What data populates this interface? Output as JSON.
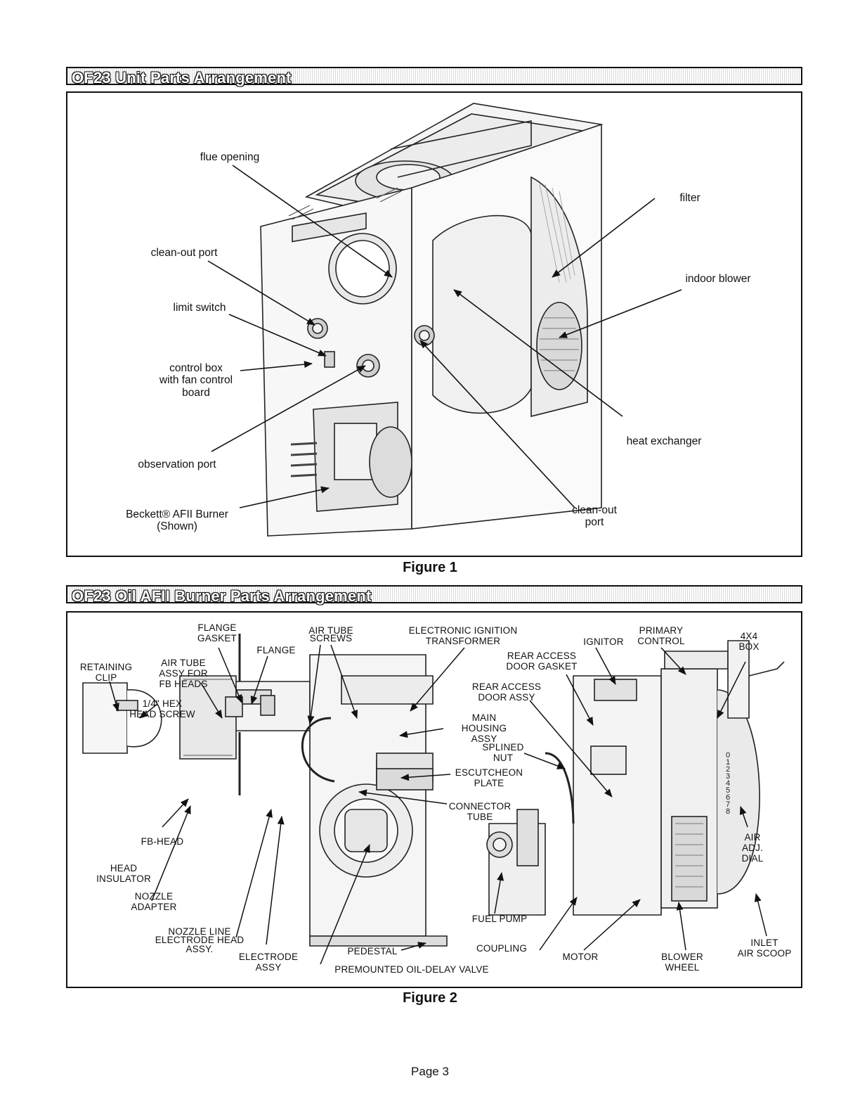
{
  "figure1": {
    "header": "OF23 Unit Parts Arrangement",
    "caption": "Figure 1",
    "labels": {
      "flue_opening": "flue opening",
      "clean_out_port_left": "clean-out port",
      "limit_switch": "limit switch",
      "control_box_1": "control box",
      "control_box_2": "with fan control",
      "control_box_3": "board",
      "observation_port": "observation port",
      "beckett_1": "Beckett® AFII Burner",
      "beckett_2": "(Shown)",
      "filter": "filter",
      "indoor_blower": "indoor blower",
      "heat_exchanger": "heat exchanger",
      "clean_out_right_1": "clean-out",
      "clean_out_right_2": "port"
    }
  },
  "figure2": {
    "header": "OF23 Oil AFII Burner Parts Arrangement",
    "caption": "Figure 2",
    "labels": {
      "flange_gasket_1": "FLANGE",
      "flange_gasket_2": "GASKET",
      "flange": "FLANGE",
      "air_tube_screws_1": "AIR TUBE",
      "air_tube_screws_2": "SCREWS",
      "ignition_1": "ELECTRONIC IGNITION",
      "ignition_2": "TRANSFORMER",
      "ignitor": "IGNITOR",
      "primary_1": "PRIMARY",
      "primary_2": "CONTROL",
      "box_1": "4X4",
      "box_2": "BOX",
      "retaining_1": "RETAINING",
      "retaining_2": "CLIP",
      "air_tube_assy_1": "AIR TUBE",
      "air_tube_assy_2": "ASSY FOR",
      "air_tube_assy_3": "FB HEADS",
      "hex_1": "1/4\" HEX",
      "hex_2": "HEAD SCREW",
      "rear_gasket_1": "REAR ACCESS",
      "rear_gasket_2": "DOOR GASKET",
      "rear_assy_1": "REAR ACCESS",
      "rear_assy_2": "DOOR ASSY",
      "main_housing_1": "MAIN",
      "main_housing_2": "HOUSING",
      "main_housing_3": "ASSY",
      "splined_1": "SPLINED",
      "splined_2": "NUT",
      "escutcheon_1": "ESCUTCHEON",
      "escutcheon_2": "PLATE",
      "connector_1": "CONNECTOR",
      "connector_2": "TUBE",
      "fb_head": "FB-HEAD",
      "head_ins_1": "HEAD",
      "head_ins_2": "INSULATOR",
      "nozzle_adapter_1": "NOZZLE",
      "nozzle_adapter_2": "ADAPTER",
      "nozzle_line_1": "NOZZLE LINE",
      "nozzle_line_2": "ELECTRODE HEAD",
      "nozzle_line_3": "ASSY.",
      "electrode_1": "ELECTRODE",
      "electrode_2": "ASSY",
      "pedestal": "PEDESTAL",
      "premounted": "PREMOUNTED OIL-DELAY VALVE",
      "fuel_pump": "FUEL PUMP",
      "coupling": "COUPLING",
      "motor": "MOTOR",
      "blower_1": "BLOWER",
      "blower_2": "WHEEL",
      "air_adj_1": "AIR",
      "air_adj_2": "ADJ.",
      "air_adj_3": "DIAL",
      "inlet_1": "INLET",
      "inlet_2": "AIR SCOOP",
      "dial_numbers": [
        "0",
        "1",
        "2",
        "3",
        "4",
        "5",
        "6",
        "7",
        "8"
      ]
    }
  },
  "page": {
    "number": "Page 3"
  }
}
